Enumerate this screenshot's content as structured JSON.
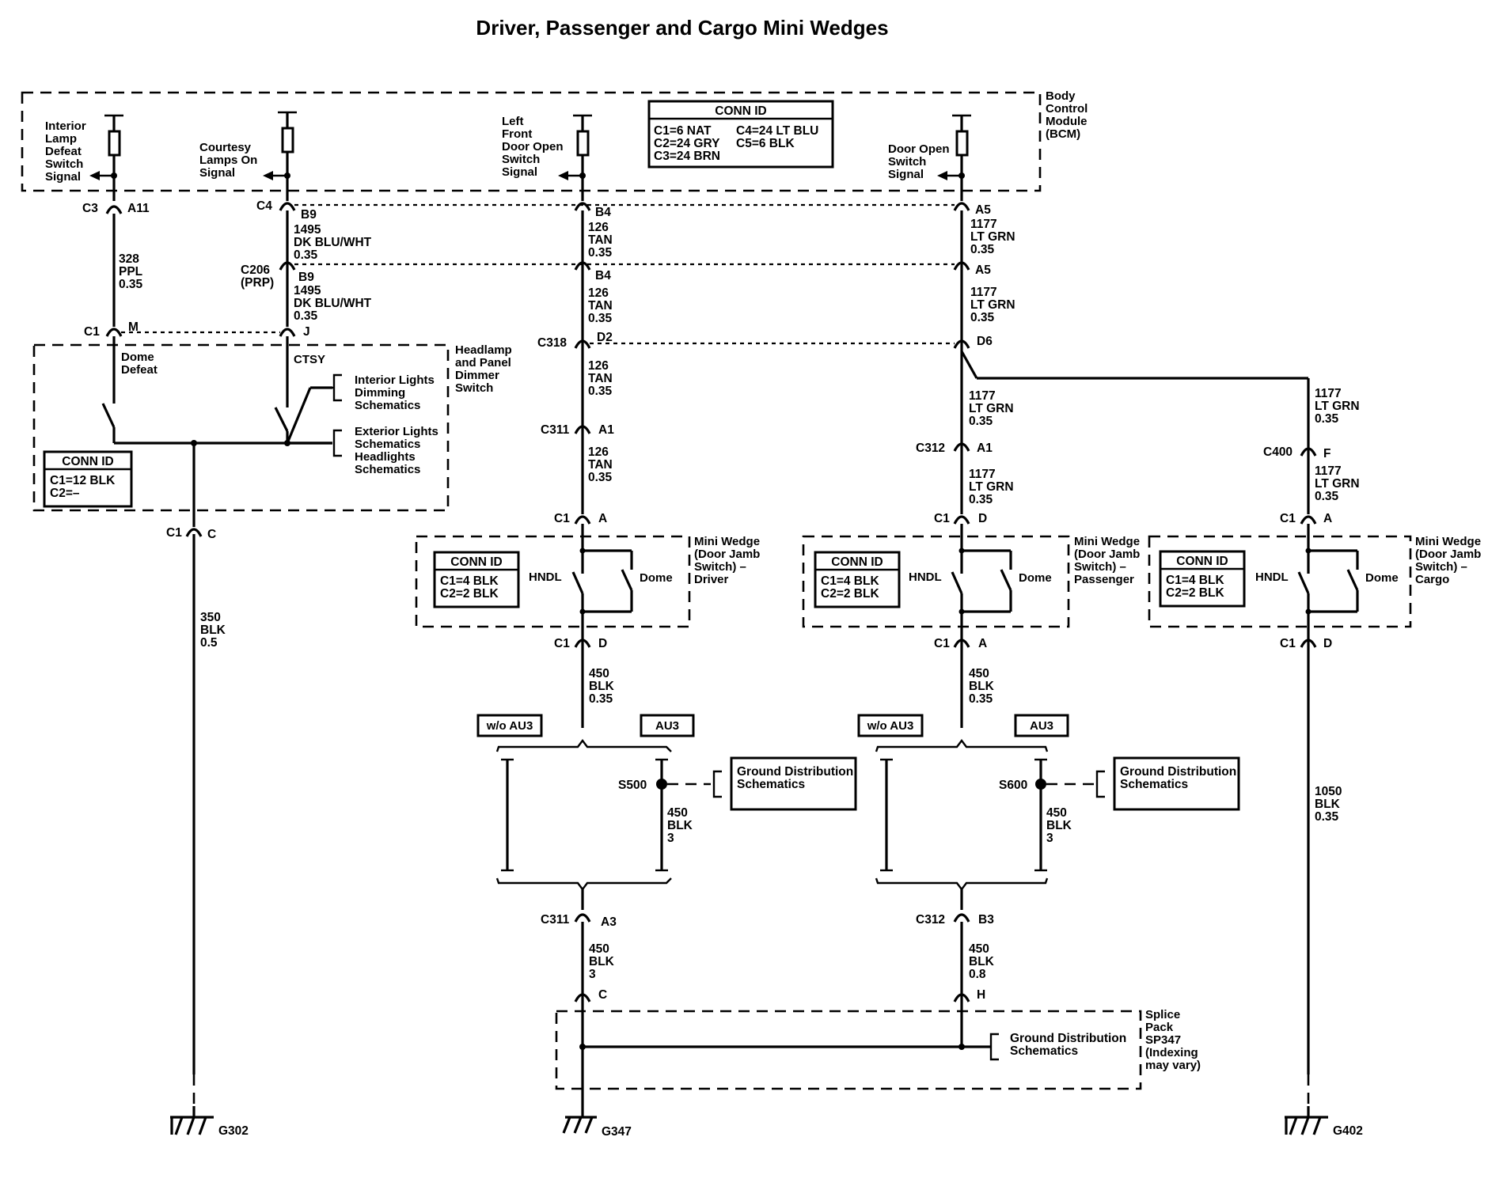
{
  "title": "Driver, Passenger and Cargo Mini Wedges",
  "bcm": {
    "label": [
      "Body",
      "Control",
      "Module",
      "(BCM)"
    ],
    "conn_id_title": "CONN ID",
    "conn_id_rows": [
      "C1=6 NAT",
      "C2=24 GRY",
      "C3=24 BRN"
    ],
    "conn_id_rows_right": [
      "C4=24 LT BLU",
      "C5=6 BLK"
    ],
    "signals": {
      "interior_lamp_defeat": [
        "Interior",
        "Lamp",
        "Defeat",
        "Switch",
        "Signal"
      ],
      "courtesy_lamps": [
        "Courtesy",
        "Lamps On",
        "Signal"
      ],
      "left_front_door": [
        "Left",
        "Front",
        "Door Open",
        "Switch",
        "Signal"
      ],
      "door_open": [
        "Door Open",
        "Switch",
        "Signal"
      ]
    }
  },
  "connectors": {
    "c3": "C3",
    "a11": "A11",
    "c4": "C4",
    "b9": "B9",
    "b4": "B4",
    "a5": "A5",
    "c206": "C206",
    "c206_sub": "(PRP)",
    "c1": "C1",
    "m": "M",
    "j": "J",
    "c318": "C318",
    "d2": "D2",
    "d6": "D6",
    "c311": "C311",
    "a1": "A1",
    "c312": "C312",
    "c400": "C400",
    "f": "F",
    "a": "A",
    "d": "D",
    "c": "C",
    "a3": "A3",
    "b3": "B3",
    "h": "H"
  },
  "wires": {
    "w328": [
      "328",
      "PPL",
      "0.35"
    ],
    "w1495": [
      "1495",
      "DK BLU/WHT",
      "0.35"
    ],
    "w126": [
      "126",
      "TAN",
      "0.35"
    ],
    "w1177": [
      "1177",
      "LT GRN",
      "0.35"
    ],
    "w350": [
      "350",
      "BLK",
      "0.5"
    ],
    "w450": [
      "450",
      "BLK",
      "0.35"
    ],
    "w450_3": [
      "450",
      "BLK",
      "3"
    ],
    "w450_08": [
      "450",
      "BLK",
      "0.8"
    ],
    "w1050": [
      "1050",
      "BLK",
      "0.35"
    ]
  },
  "headlamp_switch": {
    "label": [
      "Headlamp",
      "and Panel",
      "Dimmer",
      "Switch"
    ],
    "dome_defeat": [
      "Dome",
      "Defeat"
    ],
    "ctsy": "CTSY",
    "interior_ref": [
      "Interior Lights",
      "Dimming",
      "Schematics"
    ],
    "exterior_ref": [
      "Exterior Lights",
      "Schematics",
      "Headlights",
      "Schematics"
    ],
    "conn_id_title": "CONN ID",
    "conn_id_rows": [
      "C1=12 BLK",
      "C2=–"
    ]
  },
  "wedge": {
    "conn_id_title": "CONN ID",
    "conn_id_rows": [
      "C1=4 BLK",
      "C2=2 BLK"
    ],
    "hndl": "HNDL",
    "dome": "Dome",
    "driver_label": [
      "Mini Wedge",
      "(Door Jamb",
      "Switch) –",
      "Driver"
    ],
    "passenger_label": [
      "Mini Wedge",
      "(Door Jamb",
      "Switch) –",
      "Passenger"
    ],
    "cargo_label": [
      "Mini Wedge",
      "(Door Jamb",
      "Switch) –",
      "Cargo"
    ]
  },
  "options": {
    "wo_au3": "w/o AU3",
    "au3": "AU3"
  },
  "splices": {
    "s500": "S500",
    "s600": "S600"
  },
  "ground_ref": [
    "Ground Distribution",
    "Schematics"
  ],
  "splice_pack": [
    "Splice",
    "Pack",
    "SP347",
    "(Indexing",
    "may vary)"
  ],
  "grounds": {
    "g302": "G302",
    "g347": "G347",
    "g402": "G402"
  }
}
